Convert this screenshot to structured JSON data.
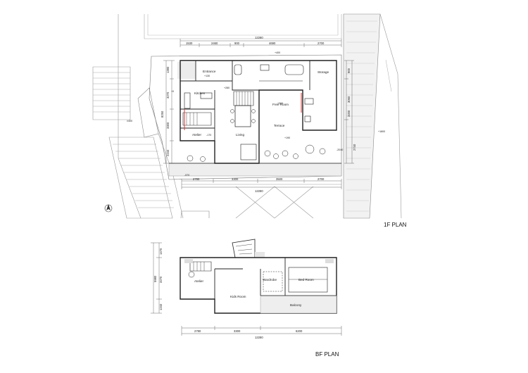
{
  "titles": {
    "first": "1F PLAN",
    "basement": "BF PLAN"
  },
  "rooms_1f": {
    "entrance": "Entrance",
    "storage": "Storage",
    "kitchen": "Kitchen",
    "free_room": "Free Room",
    "terrace": "Terrace",
    "atelier": "Atelier",
    "living": "Living"
  },
  "rooms_bf": {
    "atelier": "Atelier",
    "wardrobe": "Wardrobe",
    "bed_room": "Bed Room",
    "kids_room": "Kids Room",
    "balcony": "Balcony"
  },
  "dims_1f": {
    "top_total": "12280",
    "top": [
      "1530",
      "2460",
      "900",
      "4690",
      "2700"
    ],
    "bottom": [
      "2780",
      "3300",
      "3500",
      "2700"
    ],
    "bottom_total": "12280",
    "left": [
      "1390",
      "3270",
      "3300",
      "2240"
    ],
    "left_total": "8250",
    "right": [
      "900",
      "3060",
      "3200",
      "2740"
    ]
  },
  "dims_bf": {
    "left": [
      "1470",
      "3270",
      "1240"
    ],
    "left_total": "5980",
    "bottom": [
      "2780",
      "3300",
      "6200"
    ],
    "bottom_total": "12280"
  },
  "levels": {
    "road_left": "±400",
    "top": "+400",
    "right": "+1800",
    "entrance": "+130",
    "kitchen_left": "+0",
    "living": "+280",
    "free_room": "+300",
    "atelier": "-170",
    "terrace": "+190",
    "site_right": "-2040",
    "south": "-570"
  }
}
